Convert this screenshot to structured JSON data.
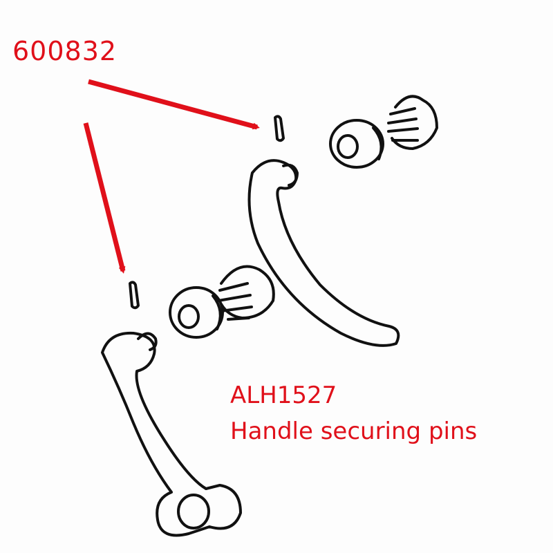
{
  "labels": {
    "pin_part_number": "600832",
    "handle_part_number": "ALH1527",
    "handle_description": "Handle securing pins"
  },
  "colors": {
    "annotation": "#e0101a",
    "line_art": "#111111"
  }
}
